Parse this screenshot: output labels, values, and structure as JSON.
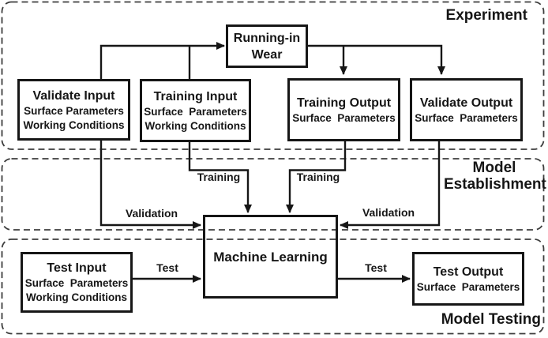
{
  "sections": {
    "experiment": {
      "label": "Experiment"
    },
    "model_establishment": {
      "label_line1": "Model",
      "label_line2": "Establishment"
    },
    "model_testing": {
      "label": "Model Testing"
    }
  },
  "nodes": {
    "running_in_wear": {
      "line1": "Running-in",
      "line2": "Wear"
    },
    "validate_input": {
      "title": "Validate Input",
      "sub1": "Surface Parameters",
      "sub2": "Working Conditions"
    },
    "training_input": {
      "title": "Training Input",
      "sub1": "Surface  Parameters",
      "sub2": "Working Conditions"
    },
    "training_output": {
      "title": "Training Output",
      "sub1": "Surface  Parameters"
    },
    "validate_output": {
      "title": "Validate Output",
      "sub1": "Surface  Parameters"
    },
    "machine_learning": {
      "title": "Machine Learning"
    },
    "test_input": {
      "title": "Test Input",
      "sub1": "Surface  Parameters",
      "sub2": "Working Conditions"
    },
    "test_output": {
      "title": "Test Output",
      "sub1": "Surface  Parameters"
    }
  },
  "edge_labels": {
    "training_left": "Training",
    "training_right": "Training",
    "validation_left": "Validation",
    "validation_right": "Validation",
    "test_left": "Test",
    "test_right": "Test"
  },
  "colors": {
    "line": "#161616",
    "dashed_border": "#3d3d3d",
    "text": "#161616",
    "background": "#ffffff"
  }
}
